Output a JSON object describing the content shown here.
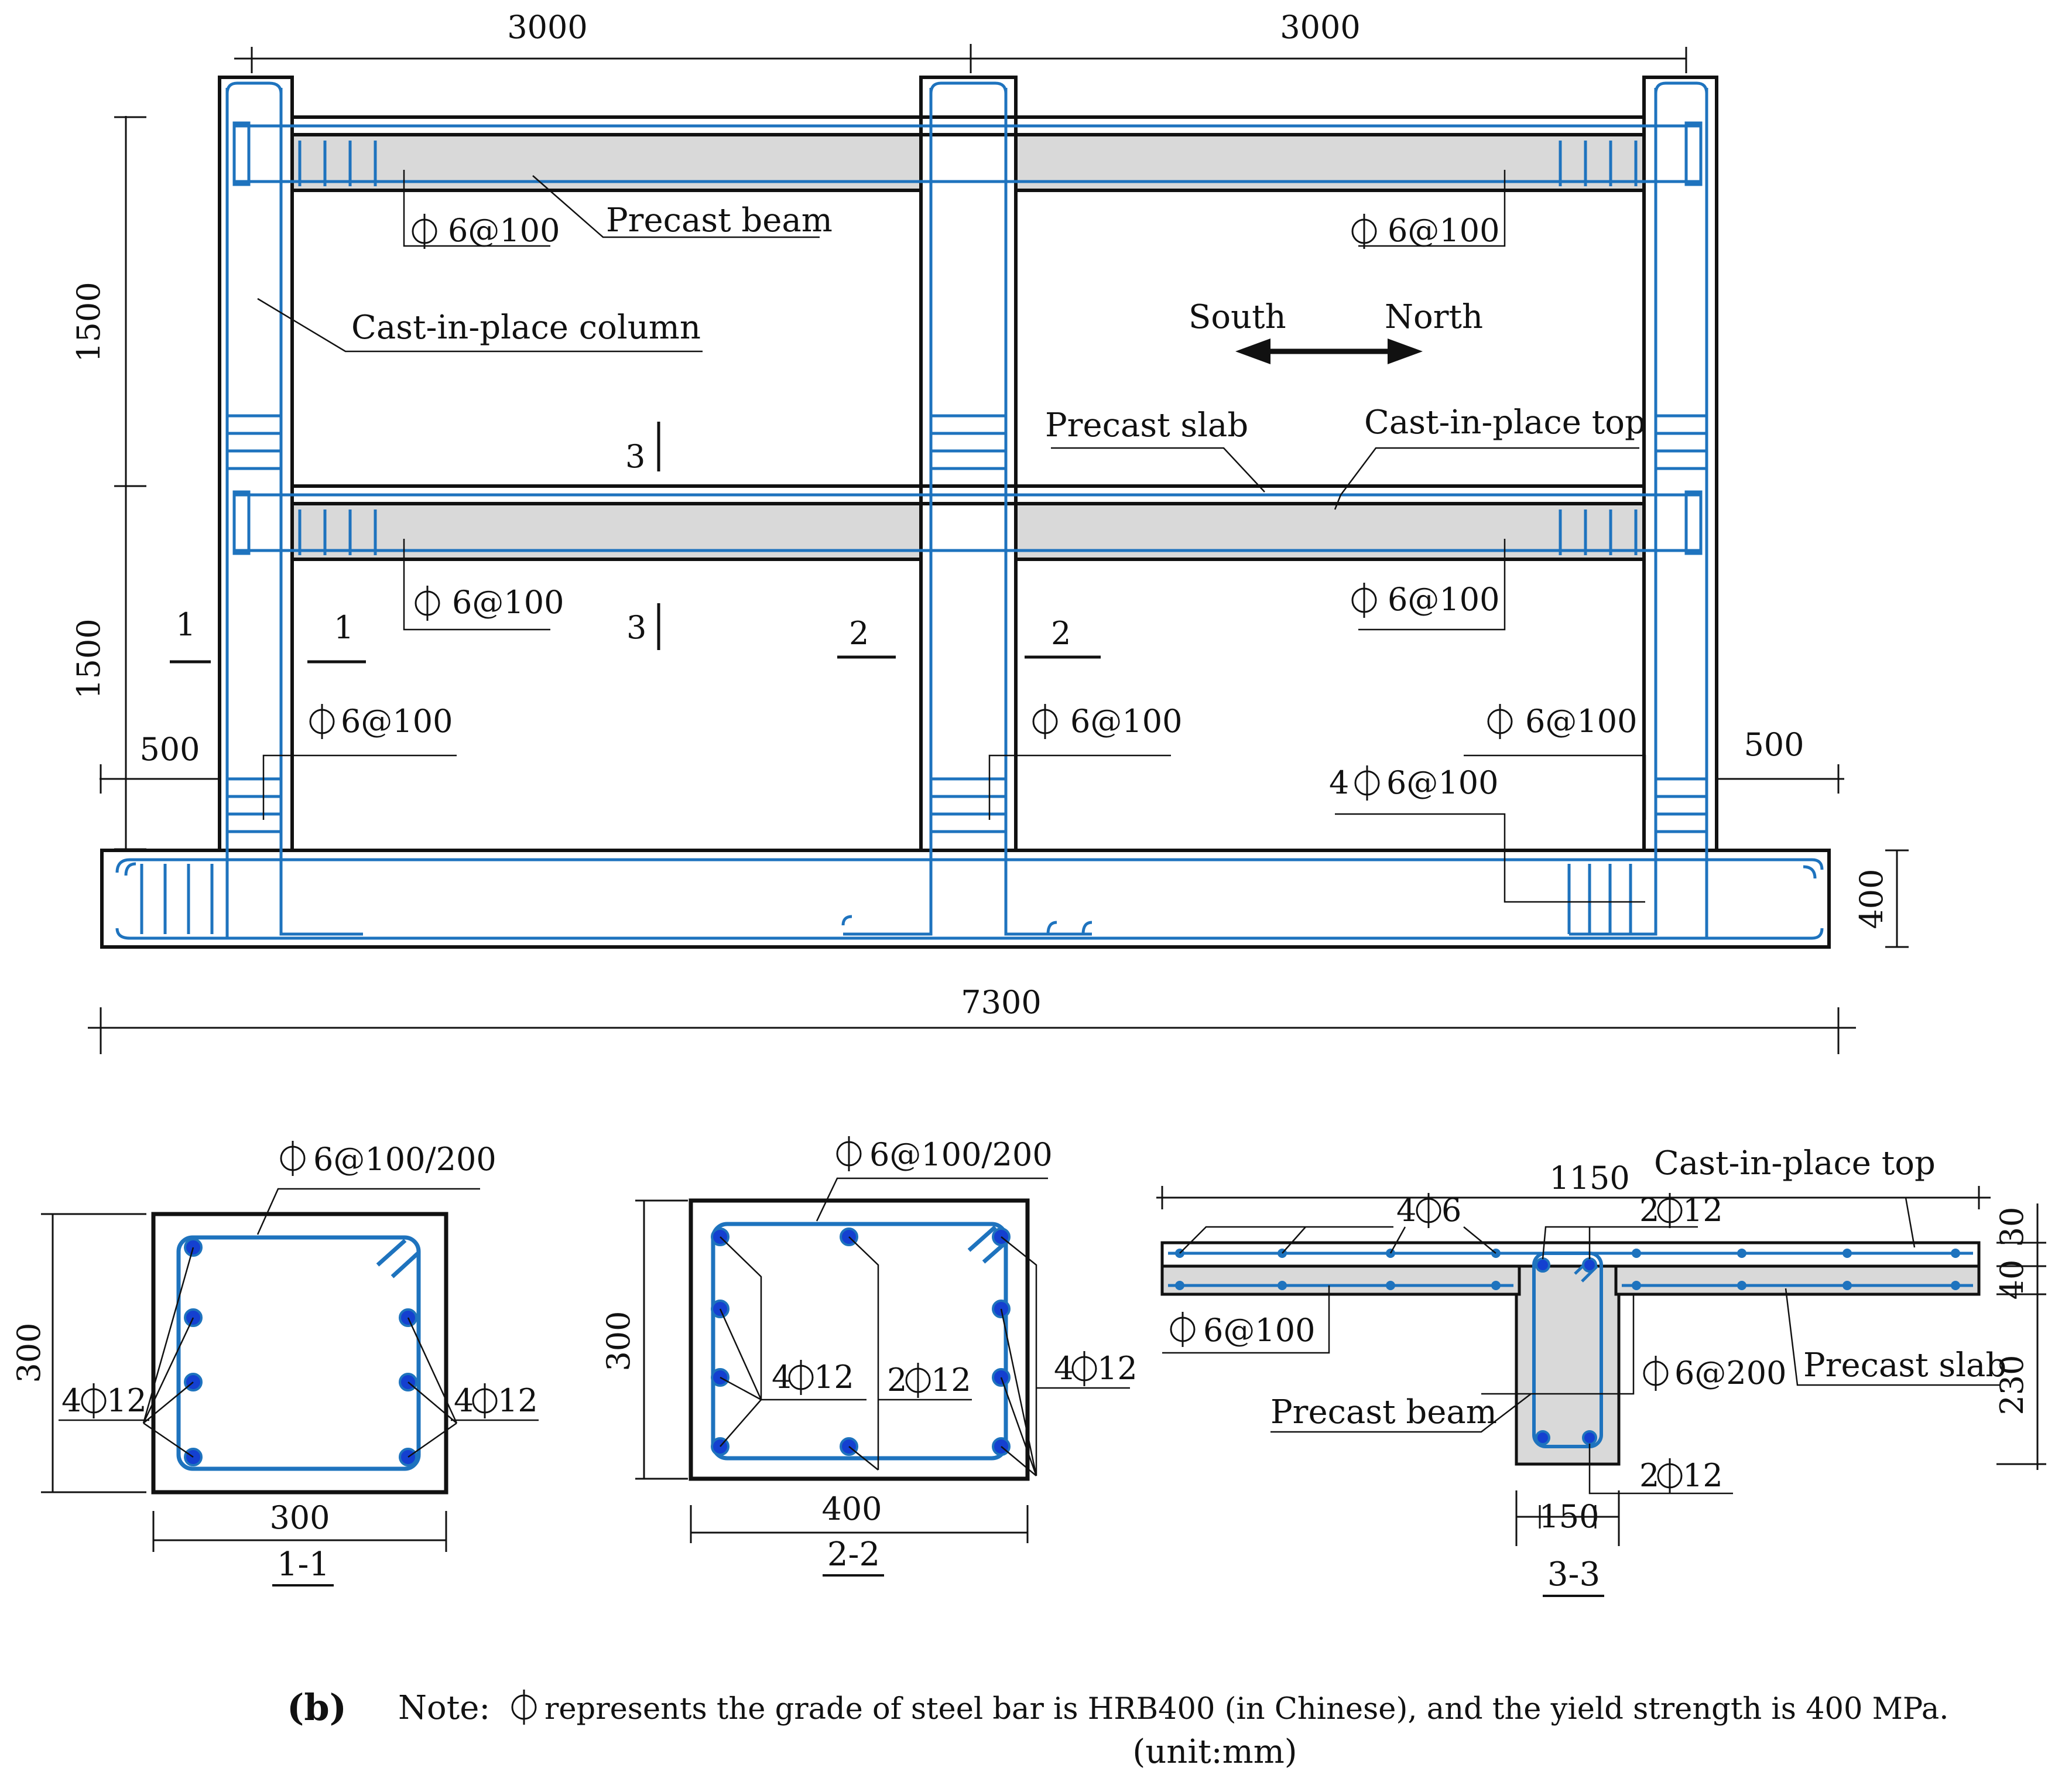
{
  "elevation": {
    "dims": {
      "span_left": "3000",
      "span_right": "3000",
      "storey_upper": "1500",
      "storey_lower": "1500",
      "overhang_left": "500",
      "overhang_right": "500",
      "foundation_depth": "400",
      "total_length": "7300"
    },
    "labels": {
      "precast_beam": "Precast beam",
      "cast_in_place_column": "Cast-in-place column",
      "precast_slab": "Precast slab",
      "cast_in_place_top": "Cast-in-place top",
      "south": "South",
      "north": "North"
    },
    "rebar": {
      "stirrup_spacing": "6@100",
      "stirrup_prefix": "4",
      "stirrup_prefixed": "6@100"
    },
    "section_marks": {
      "one": "1",
      "two": "2",
      "three": "3"
    }
  },
  "sections": {
    "s11": {
      "stirrup": "6@100/200",
      "bars_left": "4",
      "bars_right": "4",
      "bar_size": "12",
      "height": "300",
      "width": "300",
      "title": "1-1"
    },
    "s22": {
      "stirrup": "6@100/200",
      "bars_left": "4",
      "bars_mid": "2",
      "bars_right": "4",
      "bar_size": "12",
      "height": "300",
      "width": "400",
      "title": "2-2"
    },
    "s33": {
      "width_total": "1150",
      "cast_in_place_top": "Cast-in-place top",
      "slab_bars": "4",
      "slab_bar_size": "6",
      "beam_top_bars": "2",
      "beam_bar_size": "12",
      "slab_stirrup": "6@100",
      "beam_stirrup": "6@200",
      "precast_slab": "Precast slab",
      "precast_beam": "Precast beam",
      "beam_bottom_bars": "2",
      "dim_30": "30",
      "dim_40": "40",
      "dim_230": "230",
      "beam_width": "150",
      "title": "3-3"
    }
  },
  "caption": {
    "tag": "(b)",
    "note_prefix": "Note:",
    "note_text": "represents the grade of steel bar is HRB400 (in Chinese), and the  yield strength is 400 MPa.",
    "unit": "(unit:mm)"
  }
}
